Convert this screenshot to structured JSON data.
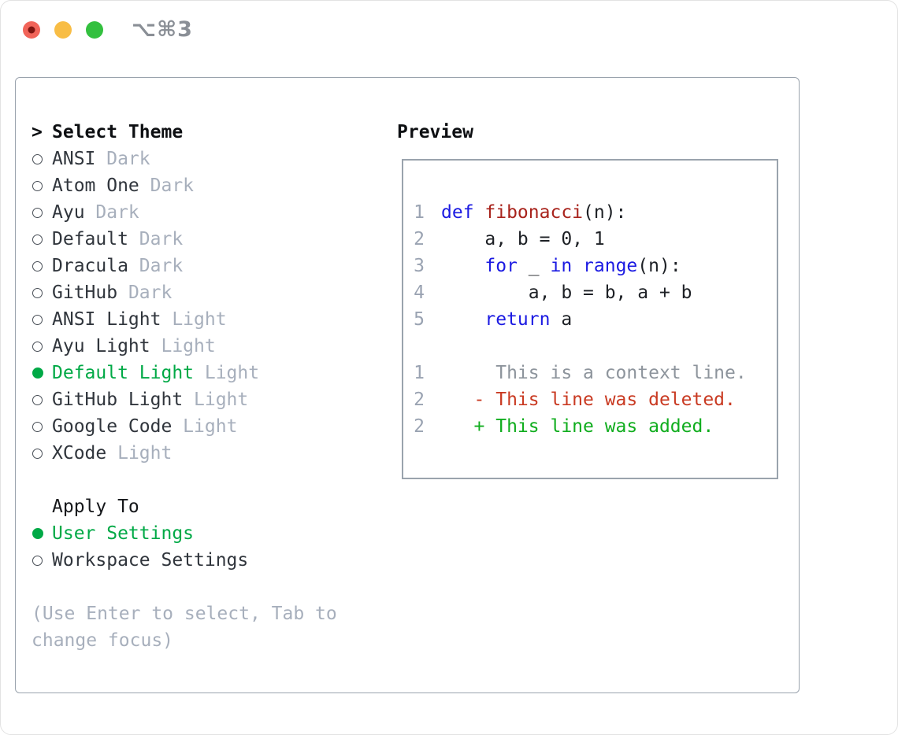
{
  "window": {
    "title": "⌥⌘3",
    "buttons": {
      "close": "close",
      "minimize": "minimize",
      "zoom": "zoom"
    }
  },
  "colors": {
    "accent_green": "#00a946",
    "keyword_blue": "#1b1ae2",
    "function_red": "#a8231c",
    "diff_deleted_red": "#c93a22",
    "diff_added_green": "#10ad1e",
    "border_gray": "#9aa3ad",
    "muted_gray": "#a7afbc"
  },
  "theme_panel": {
    "heading": "Select Theme",
    "prompt": ">",
    "themes": [
      {
        "name": "ANSI",
        "variant": "Dark",
        "selected": false
      },
      {
        "name": "Atom One",
        "variant": "Dark",
        "selected": false
      },
      {
        "name": "Ayu",
        "variant": "Dark",
        "selected": false
      },
      {
        "name": "Default",
        "variant": "Dark",
        "selected": false
      },
      {
        "name": "Dracula",
        "variant": "Dark",
        "selected": false
      },
      {
        "name": "GitHub",
        "variant": "Dark",
        "selected": false
      },
      {
        "name": "ANSI Light",
        "variant": "Light",
        "selected": false
      },
      {
        "name": "Ayu Light",
        "variant": "Light",
        "selected": false
      },
      {
        "name": "Default Light",
        "variant": "Light",
        "selected": true
      },
      {
        "name": "GitHub Light",
        "variant": "Light",
        "selected": false
      },
      {
        "name": "Google Code",
        "variant": "Light",
        "selected": false
      },
      {
        "name": "XCode",
        "variant": "Light",
        "selected": false
      }
    ],
    "apply_to": {
      "heading": "Apply To",
      "options": [
        {
          "name": "User Settings",
          "selected": true
        },
        {
          "name": "Workspace Settings",
          "selected": false
        }
      ]
    },
    "hint": "(Use Enter to select, Tab to change focus)"
  },
  "preview": {
    "heading": "Preview",
    "code_lines": [
      {
        "num": "1",
        "tokens": [
          {
            "text": "def ",
            "type": "keyword"
          },
          {
            "text": "fibonacci",
            "type": "function"
          },
          {
            "text": "(n):",
            "type": "plain"
          }
        ]
      },
      {
        "num": "2",
        "tokens": [
          {
            "text": "    a, b = 0, 1",
            "type": "plain"
          }
        ]
      },
      {
        "num": "3",
        "tokens": [
          {
            "text": "    ",
            "type": "plain"
          },
          {
            "text": "for",
            "type": "keyword"
          },
          {
            "text": " _ ",
            "type": "plain"
          },
          {
            "text": "in",
            "type": "keyword"
          },
          {
            "text": " ",
            "type": "plain"
          },
          {
            "text": "range",
            "type": "keyword"
          },
          {
            "text": "(n):",
            "type": "plain"
          }
        ]
      },
      {
        "num": "4",
        "tokens": [
          {
            "text": "        a, b = b, a + b",
            "type": "plain"
          }
        ]
      },
      {
        "num": "5",
        "tokens": [
          {
            "text": "    ",
            "type": "plain"
          },
          {
            "text": "return",
            "type": "keyword"
          },
          {
            "text": " a",
            "type": "plain"
          }
        ]
      }
    ],
    "diff_lines": [
      {
        "num": "1",
        "text": "     This is a context line.",
        "type": "context"
      },
      {
        "num": "2",
        "text": "   - This line was deleted.",
        "type": "deleted"
      },
      {
        "num": "2",
        "text": "   + This line was added.",
        "type": "added"
      }
    ]
  }
}
